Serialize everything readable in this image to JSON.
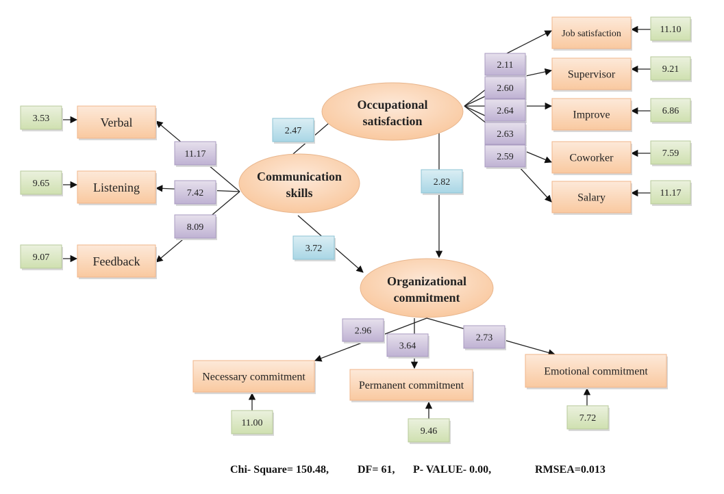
{
  "latent": {
    "communication": [
      "Communication",
      "skills"
    ],
    "occupational": [
      "Occupational",
      "satisfaction"
    ],
    "organizational": [
      "Organizational",
      "commitment"
    ]
  },
  "communication_indicators": [
    {
      "label": "Verbal",
      "loading": "11.17",
      "error": "3.53"
    },
    {
      "label": "Listening",
      "loading": "7.42",
      "error": "9.65"
    },
    {
      "label": "Feedback",
      "loading": "8.09",
      "error": "9.07"
    }
  ],
  "occupational_indicators": [
    {
      "label": "Job satisfaction",
      "loading": "2.11",
      "error": "11.10"
    },
    {
      "label": "Supervisor",
      "loading": "2.60",
      "error": "9.21"
    },
    {
      "label": "Improve",
      "loading": "2.64",
      "error": "6.86"
    },
    {
      "label": "Coworker",
      "loading": "2.63",
      "error": "7.59"
    },
    {
      "label": "Salary",
      "loading": "2.59",
      "error": "11.17"
    }
  ],
  "organizational_indicators": [
    {
      "label": "Necessary commitment",
      "loading": "2.96",
      "error": "11.00"
    },
    {
      "label": "Permanent commitment",
      "loading": "3.64",
      "error": "9.46"
    },
    {
      "label": "Emotional commitment",
      "loading": "2.73",
      "error": "7.72"
    }
  ],
  "paths": {
    "communication_to_occupational": "2.47",
    "communication_to_organizational": "3.72",
    "occupational_to_organizational": "2.82"
  },
  "fit": {
    "chi_square": "Chi- Square= 150.48,",
    "df": "DF= 61,",
    "p_value": "P- VALUE- 0.00,",
    "rmsea": "RMSEA=0.013"
  },
  "colors": {
    "observed": "#fbd5b5",
    "latent": "#fbd7b8",
    "error": "#d7e4bd",
    "loading": "#ccc1da",
    "structural": "#b7dde8",
    "line": "#222222"
  }
}
